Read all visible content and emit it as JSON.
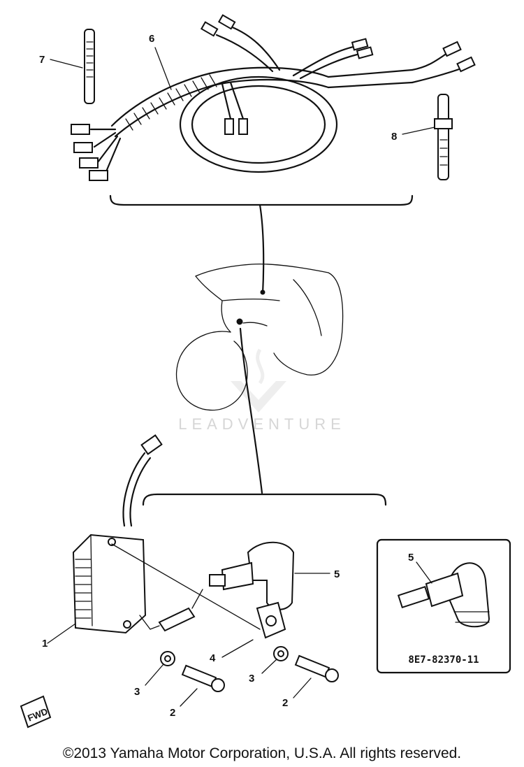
{
  "diagram": {
    "callouts": [
      "7",
      "6",
      "8",
      "1",
      "5",
      "4",
      "3",
      "2",
      "3",
      "2",
      "5"
    ],
    "inset_part_number": "8E7-82370-11",
    "fwd_badge": "FWD",
    "watermark": "LEADVENTURE",
    "copyright": "©2013 Yamaha Motor Corporation, U.S.A. All rights reserved."
  },
  "colors": {
    "ink": "#111111",
    "background": "#ffffff",
    "watermark": "#d6d6d6"
  }
}
